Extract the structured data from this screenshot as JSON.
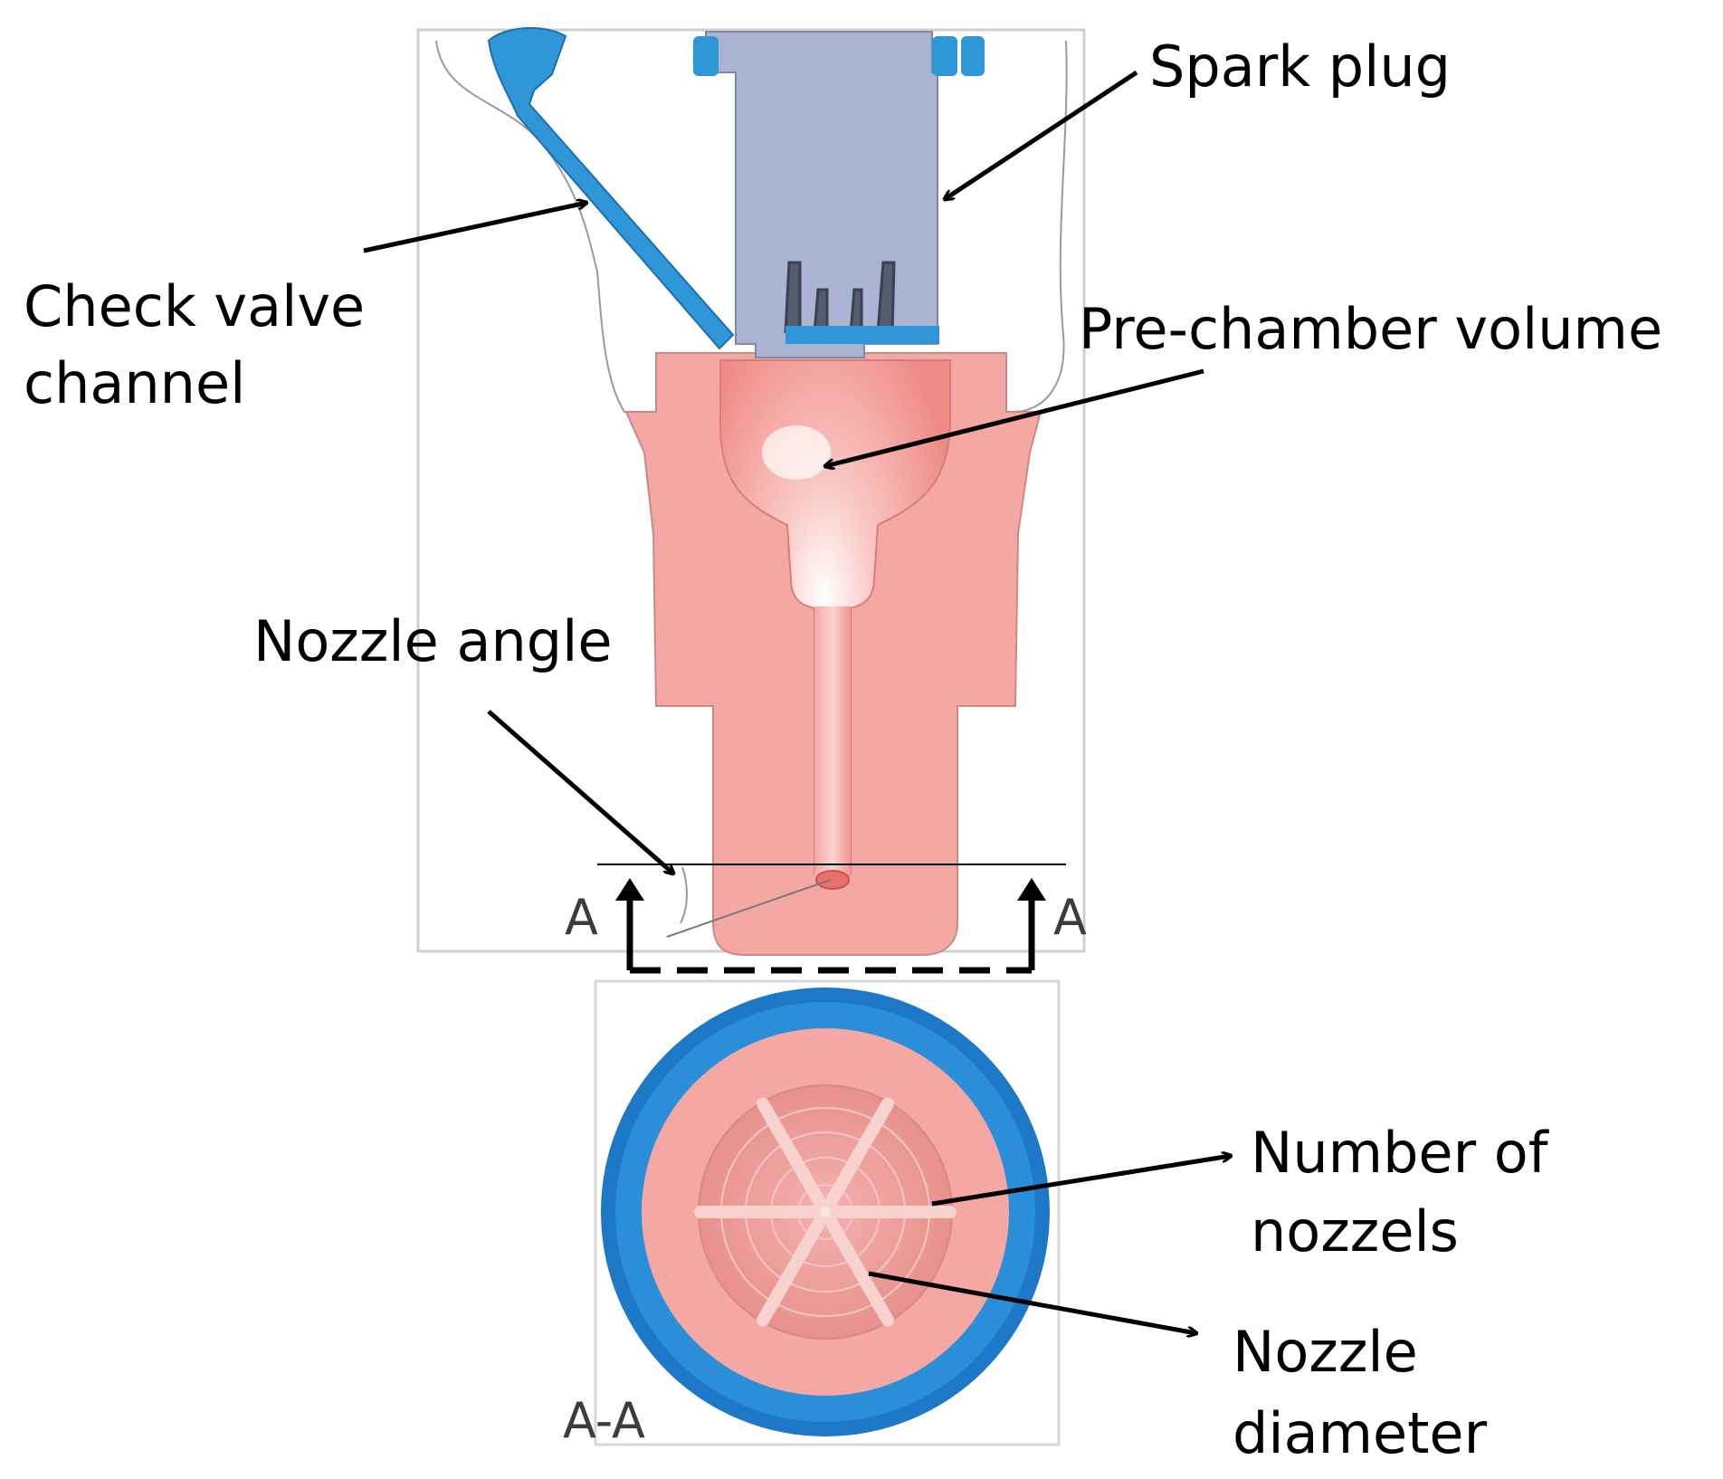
{
  "labels": {
    "spark_plug": "Spark plug",
    "check_valve_channel_line1": "Check valve",
    "check_valve_channel_line2": "channel",
    "pre_chamber_volume": "Pre-chamber volume",
    "nozzle_angle": "Nozzle angle",
    "number_of_nozzles_line1": "Number of",
    "number_of_nozzles_line2": "nozzels",
    "nozzle_diameter_line1": "Nozzle",
    "nozzle_diameter_line2": "diameter",
    "section_marker_left": "A",
    "section_marker_right": "A",
    "section_view": "A-A"
  },
  "colors": {
    "prechamber_body": "#f4a7a3",
    "prechamber_light": "#f8c4c0",
    "spark_plug_body": "#aab4d2",
    "check_valve_channel": "#2f97d8",
    "outer_ring": "#1e78c8",
    "outline": "#9a9a9a"
  },
  "section_view": {
    "nozzle_count": 6
  }
}
